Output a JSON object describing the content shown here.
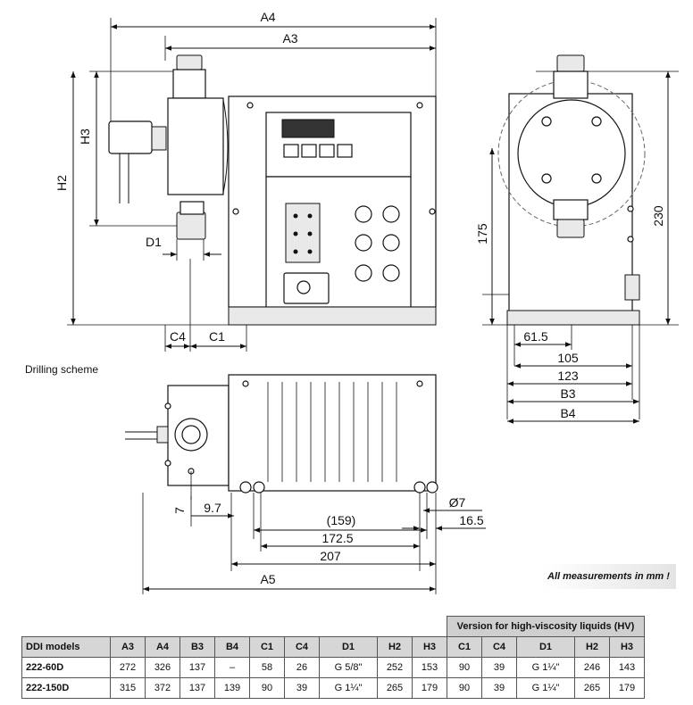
{
  "dimensions": {
    "A4": "A4",
    "A3": "A3",
    "H2": "H2",
    "H3": "H3",
    "D1": "D1",
    "C4": "C4",
    "C1": "C1",
    "B3": "B3",
    "B4": "B4",
    "A5": "A5",
    "d175": "175",
    "d230": "230",
    "d61_5": "61.5",
    "d105": "105",
    "d123": "123",
    "d9_7": "9.7",
    "d7": "7",
    "d159": "(159)",
    "d172_5": "172.5",
    "d207": "207",
    "phi7": "Ø7",
    "d16_5": "16.5"
  },
  "drilling_caption": "Drilling scheme",
  "note": "All measurements in mm !",
  "table": {
    "hv_header": "Version for high-viscosity liquids (HV)",
    "columns": [
      "DDI models",
      "A3",
      "A4",
      "B3",
      "B4",
      "C1",
      "C4",
      "D1",
      "H2",
      "H3",
      "C1",
      "C4",
      "D1",
      "H2",
      "H3"
    ],
    "rows": [
      [
        "222-60D",
        "272",
        "326",
        "137",
        "–",
        "58",
        "26",
        "G 5/8\"",
        "252",
        "153",
        "90",
        "39",
        "G 1¼\"",
        "246",
        "143"
      ],
      [
        "222-150D",
        "315",
        "372",
        "137",
        "139",
        "90",
        "39",
        "G 1¼\"",
        "265",
        "179",
        "90",
        "39",
        "G 1¼\"",
        "265",
        "179"
      ]
    ]
  }
}
